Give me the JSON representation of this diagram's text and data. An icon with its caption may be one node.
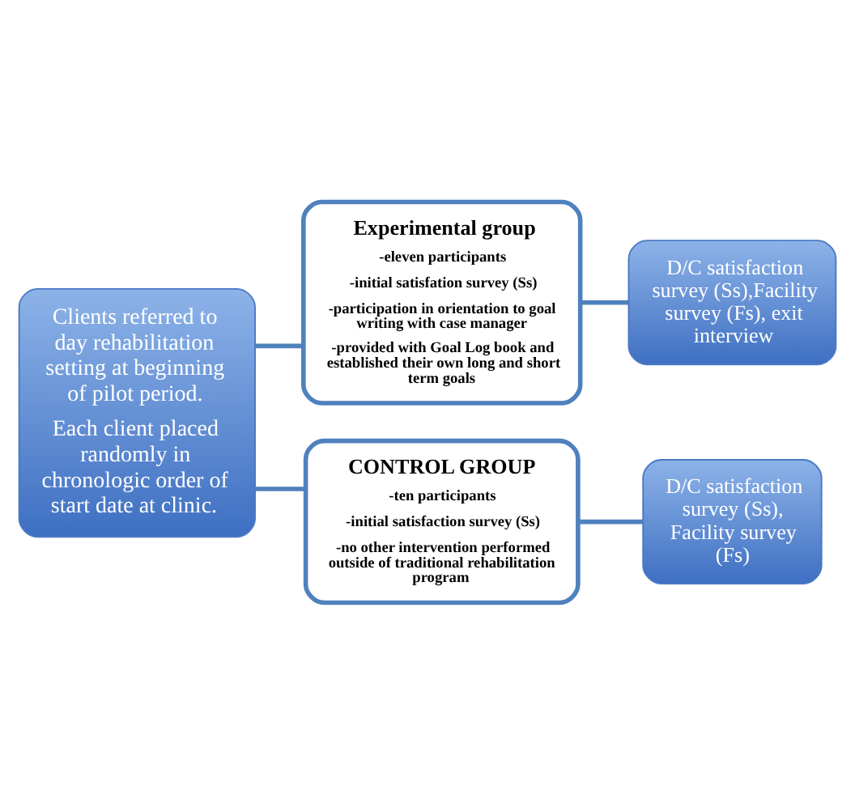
{
  "diagram": {
    "nodes": [
      {
        "text": [
          "Clients referred to day rehabilitation setting at beginning of pilot period.",
          "Each client placed randomly in chronologic order of start date at clinic."
        ]
      },
      {
        "text": [
          "Experimental group",
          "-eleven participants",
          "-initial satisfation survey (Ss)",
          "-participation in orientation to goal writing with case manager",
          "-provided with Goal Log book and established their own long and short term goals"
        ]
      },
      {
        "text": [
          "D/C satisfaction survey (Ss),Facility survey (Fs), exit interview"
        ]
      },
      {
        "text": [
          "CONTROL GROUP",
          "-ten participants",
          "-initial satisfaction survey (Ss)",
          "-no other intervention performed outside of traditional rehabilitation program"
        ]
      },
      {
        "text": [
          "D/C satisfaction survey (Ss), Facility survey (Fs)"
        ]
      }
    ],
    "edges": [
      {
        "from": 0,
        "to": 1,
        "arrow": "none"
      },
      {
        "from": 0,
        "to": 3,
        "arrow": "none"
      },
      {
        "from": 1,
        "to": 2,
        "arrow": "none"
      },
      {
        "from": 3,
        "to": 4,
        "arrow": "none"
      }
    ]
  }
}
